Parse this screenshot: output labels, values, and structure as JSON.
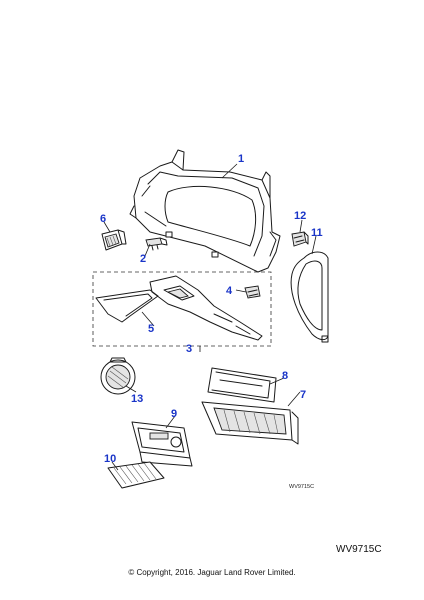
{
  "diagram": {
    "image_code_small": "WV9715C",
    "image_code": "WV9715C",
    "copyright": "© Copyright, 2016. Jaguar Land Rover Limited.",
    "callouts": [
      "1",
      "2",
      "3",
      "4",
      "5",
      "6",
      "7",
      "8",
      "9",
      "10",
      "11",
      "12",
      "13"
    ],
    "colors": {
      "callout": "#1a35c8",
      "line": "#1a1a1a"
    }
  }
}
